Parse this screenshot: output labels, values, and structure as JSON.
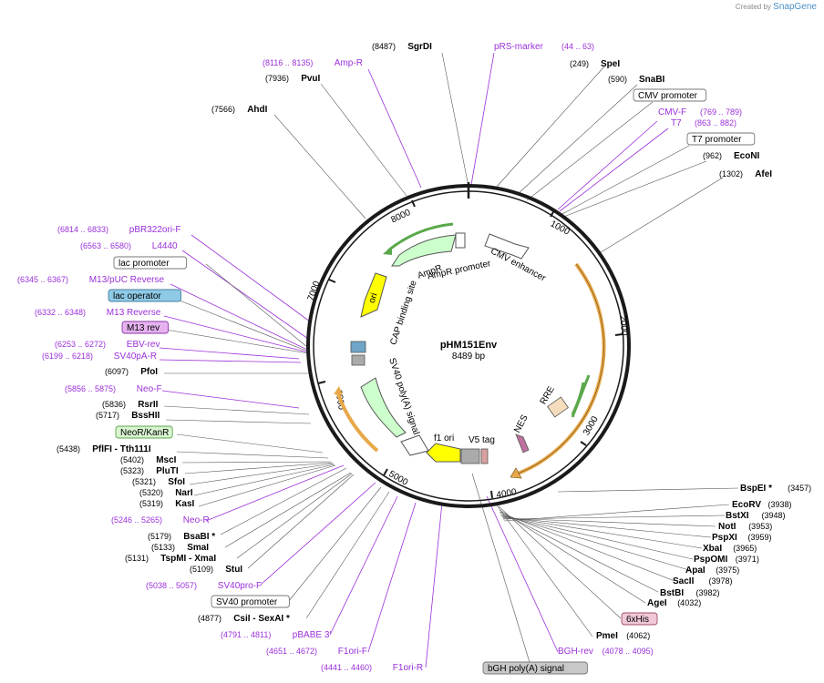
{
  "credit": {
    "prefix": "Created by",
    "brand": "SnapGene"
  },
  "plasmid": {
    "name": "pHM151Env",
    "length": "8489 bp"
  },
  "ticks": [
    "1000",
    "2000",
    "3000",
    "4000",
    "5000",
    "6000",
    "7000",
    "8000"
  ],
  "sites": [
    {
      "name": "SgrDI",
      "pos": "(8487)",
      "kind": "enzyme"
    },
    {
      "name": "pRS-marker",
      "pos": "(44 .. 63)",
      "kind": "primer"
    },
    {
      "name": "SpeI",
      "pos": "(249)",
      "kind": "enzyme"
    },
    {
      "name": "SnaBI",
      "pos": "(590)",
      "kind": "enzyme"
    },
    {
      "name": "CMV promoter",
      "pos": "",
      "kind": "feature"
    },
    {
      "name": "CMV-F",
      "pos": "(769 .. 789)",
      "kind": "primer"
    },
    {
      "name": "T7",
      "pos": "(863 .. 882)",
      "kind": "primer"
    },
    {
      "name": "T7 promoter",
      "pos": "",
      "kind": "feature"
    },
    {
      "name": "EcoNI",
      "pos": "(962)",
      "kind": "enzyme"
    },
    {
      "name": "AfeI",
      "pos": "(1302)",
      "kind": "enzyme"
    },
    {
      "name": "Amp-R",
      "pos": "(8116 .. 8135)",
      "kind": "primer"
    },
    {
      "name": "PvuI",
      "pos": "(7936)",
      "kind": "enzyme"
    },
    {
      "name": "AhdI",
      "pos": "(7566)",
      "kind": "enzyme"
    },
    {
      "name": "pBR322ori-F",
      "pos": "(6814 .. 6833)",
      "kind": "primer"
    },
    {
      "name": "L4440",
      "pos": "(6563 .. 6580)",
      "kind": "primer"
    },
    {
      "name": "lac promoter",
      "pos": "",
      "kind": "feature"
    },
    {
      "name": "M13/pUC Reverse",
      "pos": "(6345 .. 6367)",
      "kind": "primer"
    },
    {
      "name": "lac operator",
      "pos": "",
      "kind": "feature-blue"
    },
    {
      "name": "M13 Reverse",
      "pos": "(6332 .. 6348)",
      "kind": "primer"
    },
    {
      "name": "M13 rev",
      "pos": "",
      "kind": "feature-purple"
    },
    {
      "name": "EBV-rev",
      "pos": "(6253 .. 6272)",
      "kind": "primer"
    },
    {
      "name": "SV40pA-R",
      "pos": "(6199 .. 6218)",
      "kind": "primer"
    },
    {
      "name": "PfoI",
      "pos": "(6097)",
      "kind": "enzyme"
    },
    {
      "name": "Neo-F",
      "pos": "(5856 .. 5875)",
      "kind": "primer"
    },
    {
      "name": "RsrII",
      "pos": "(5836)",
      "kind": "enzyme"
    },
    {
      "name": "BssHII",
      "pos": "(5717)",
      "kind": "enzyme"
    },
    {
      "name": "NeoR/KanR",
      "pos": "",
      "kind": "feature-green"
    },
    {
      "name": "PflFI  - Tth111I",
      "pos": "(5438)",
      "kind": "enzyme"
    },
    {
      "name": "MscI",
      "pos": "(5402)",
      "kind": "enzyme"
    },
    {
      "name": "PluTI",
      "pos": "(5323)",
      "kind": "enzyme"
    },
    {
      "name": "SfoI",
      "pos": "(5321)",
      "kind": "enzyme"
    },
    {
      "name": "NarI",
      "pos": "(5320)",
      "kind": "enzyme"
    },
    {
      "name": "KasI",
      "pos": "(5319)",
      "kind": "enzyme"
    },
    {
      "name": "Neo-R",
      "pos": "(5246 .. 5265)",
      "kind": "primer"
    },
    {
      "name": "BsaBI *",
      "pos": "(5179)",
      "kind": "enzyme"
    },
    {
      "name": "SmaI",
      "pos": "(5133)",
      "kind": "enzyme"
    },
    {
      "name": "TspMI  - XmaI",
      "pos": "(5131)",
      "kind": "enzyme"
    },
    {
      "name": "StuI",
      "pos": "(5109)",
      "kind": "enzyme"
    },
    {
      "name": "SV40pro-F",
      "pos": "(5038 .. 5057)",
      "kind": "primer"
    },
    {
      "name": "SV40 promoter",
      "pos": "",
      "kind": "feature"
    },
    {
      "name": "CsiI  - SexAI *",
      "pos": "(4877)",
      "kind": "enzyme"
    },
    {
      "name": "pBABE 3'",
      "pos": "(4791 .. 4811)",
      "kind": "primer"
    },
    {
      "name": "F1ori-F",
      "pos": "(4651 .. 4672)",
      "kind": "primer"
    },
    {
      "name": "F1ori-R",
      "pos": "(4441 .. 4460)",
      "kind": "primer"
    },
    {
      "name": "bGH poly(A) signal",
      "pos": "",
      "kind": "feature-gray"
    },
    {
      "name": "BGH-rev",
      "pos": "(4078 .. 4095)",
      "kind": "primer"
    },
    {
      "name": "PmeI",
      "pos": "(4062)",
      "kind": "enzyme"
    },
    {
      "name": "6xHis",
      "pos": "",
      "kind": "feature-pink"
    },
    {
      "name": "AgeI",
      "pos": "(4032)",
      "kind": "enzyme"
    },
    {
      "name": "BstBI",
      "pos": "(3982)",
      "kind": "enzyme"
    },
    {
      "name": "SacII",
      "pos": "(3978)",
      "kind": "enzyme"
    },
    {
      "name": "ApaI",
      "pos": "(3975)",
      "kind": "enzyme"
    },
    {
      "name": "PspOMI",
      "pos": "(3971)",
      "kind": "enzyme"
    },
    {
      "name": "XbaI",
      "pos": "(3965)",
      "kind": "enzyme"
    },
    {
      "name": "PspXI",
      "pos": "(3959)",
      "kind": "enzyme"
    },
    {
      "name": "NotI",
      "pos": "(3953)",
      "kind": "enzyme"
    },
    {
      "name": "BstXI",
      "pos": "(3948)",
      "kind": "enzyme"
    },
    {
      "name": "EcoRV",
      "pos": "(3938)",
      "kind": "enzyme"
    },
    {
      "name": "BspEI *",
      "pos": "(3457)",
      "kind": "enzyme"
    }
  ],
  "inner_features": [
    "CMV enhancer",
    "AmpR promoter",
    "AmpR",
    "ori",
    "CAP binding site",
    "SV40 poly(A) signal",
    "f1 ori",
    "V5 tag",
    "NES",
    "RRE"
  ]
}
